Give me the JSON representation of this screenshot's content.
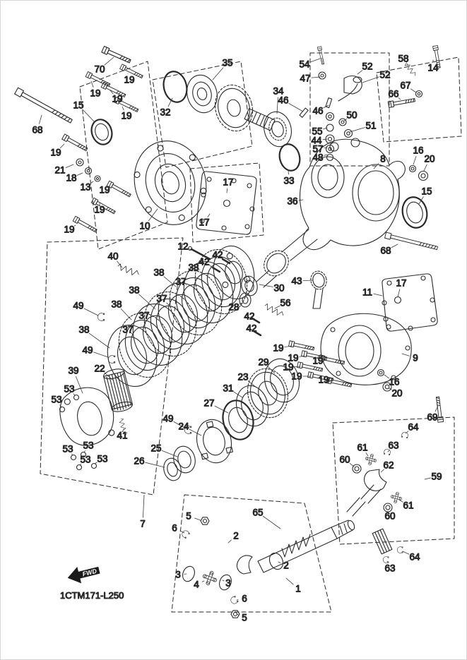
{
  "diagram": {
    "code": "1CTM171-L250",
    "fwd_label": "FWD",
    "colors": {
      "ink": "#1a1a1a",
      "background": "#ffffff"
    },
    "callouts": [
      [
        "70",
        140,
        97,
        160,
        80
      ],
      [
        "19",
        182,
        112,
        180,
        103
      ],
      [
        "15",
        110,
        148,
        133,
        172
      ],
      [
        "19",
        134,
        131,
        128,
        114
      ],
      [
        "19",
        165,
        139,
        155,
        127
      ],
      [
        "19",
        178,
        163,
        172,
        150
      ],
      [
        "68",
        52,
        183,
        58,
        162
      ],
      [
        "19",
        78,
        215,
        90,
        203
      ],
      [
        "21",
        84,
        240,
        103,
        232
      ],
      [
        "18",
        100,
        251,
        116,
        244
      ],
      [
        "13",
        120,
        264,
        131,
        256
      ],
      [
        "19",
        147,
        268,
        154,
        264
      ],
      [
        "19",
        140,
        296,
        140,
        290
      ],
      [
        "19",
        97,
        324,
        106,
        318
      ],
      [
        "32",
        233,
        158,
        243,
        138
      ],
      [
        "35",
        321,
        88,
        300,
        112
      ],
      [
        "10",
        204,
        319,
        222,
        295
      ],
      [
        "17",
        322,
        257,
        320,
        272
      ],
      [
        "17",
        288,
        314,
        296,
        302
      ],
      [
        "34",
        393,
        128,
        391,
        160
      ],
      [
        "46",
        400,
        141,
        428,
        157
      ],
      [
        "54",
        430,
        90,
        452,
        82
      ],
      [
        "47",
        431,
        110,
        452,
        108
      ],
      [
        "52",
        519,
        93,
        505,
        104
      ],
      [
        "52",
        544,
        105,
        512,
        116
      ],
      [
        "58",
        570,
        82,
        577,
        92
      ],
      [
        "14",
        612,
        95,
        612,
        84
      ],
      [
        "67",
        573,
        120,
        588,
        130
      ],
      [
        "66",
        556,
        132,
        566,
        140
      ],
      [
        "46",
        449,
        156,
        464,
        148
      ],
      [
        "50",
        497,
        162,
        486,
        170
      ],
      [
        "51",
        524,
        177,
        494,
        186
      ],
      [
        "55",
        448,
        185,
        462,
        180
      ],
      [
        "44",
        447,
        198,
        462,
        196
      ],
      [
        "57",
        449,
        210,
        462,
        208
      ],
      [
        "48",
        449,
        222,
        462,
        218
      ],
      [
        "33",
        408,
        255,
        407,
        240
      ],
      [
        "36",
        413,
        284,
        428,
        282
      ],
      [
        "8",
        541,
        224,
        528,
        238
      ],
      [
        "16",
        591,
        212,
        584,
        232
      ],
      [
        "20",
        607,
        224,
        599,
        241
      ],
      [
        "15",
        603,
        270,
        592,
        288
      ],
      [
        "12",
        258,
        348,
        272,
        354
      ],
      [
        "42",
        307,
        360,
        317,
        368
      ],
      [
        "42",
        288,
        370,
        302,
        379
      ],
      [
        "38",
        273,
        378,
        281,
        381
      ],
      [
        "40",
        159,
        362,
        172,
        378
      ],
      [
        "38",
        224,
        385,
        248,
        405
      ],
      [
        "37",
        255,
        398,
        262,
        402
      ],
      [
        "38",
        189,
        410,
        219,
        437
      ],
      [
        "37",
        228,
        422,
        238,
        431
      ],
      [
        "49",
        110,
        432,
        138,
        446
      ],
      [
        "38",
        164,
        430,
        185,
        452
      ],
      [
        "37",
        203,
        446,
        205,
        458
      ],
      [
        "38",
        118,
        466,
        154,
        492
      ],
      [
        "37",
        180,
        466,
        184,
        470
      ],
      [
        "49",
        123,
        495,
        152,
        505
      ],
      [
        "30",
        394,
        407,
        366,
        402
      ],
      [
        "43",
        419,
        397,
        442,
        396
      ],
      [
        "28",
        330,
        434,
        342,
        428
      ],
      [
        "56",
        403,
        428,
        388,
        436
      ],
      [
        "42",
        352,
        447,
        358,
        452
      ],
      [
        "42",
        355,
        464,
        360,
        470
      ],
      [
        "11",
        519,
        413,
        540,
        418
      ],
      [
        "17",
        567,
        400,
        562,
        420
      ],
      [
        "68",
        545,
        354,
        562,
        345
      ],
      [
        "29",
        372,
        512,
        388,
        528
      ],
      [
        "19",
        393,
        492,
        412,
        489
      ],
      [
        "19",
        414,
        506,
        430,
        503
      ],
      [
        "19",
        407,
        519,
        424,
        518
      ],
      [
        "19",
        449,
        510,
        455,
        508
      ],
      [
        "19",
        419,
        532,
        439,
        532
      ],
      [
        "19",
        457,
        537,
        465,
        539
      ],
      [
        "23",
        343,
        533,
        362,
        548
      ],
      [
        "31",
        322,
        549,
        342,
        562
      ],
      [
        "27",
        295,
        570,
        322,
        584
      ],
      [
        "22",
        140,
        521,
        158,
        537
      ],
      [
        "39",
        103,
        524,
        116,
        556
      ],
      [
        "53",
        97,
        550,
        105,
        559
      ],
      [
        "53",
        79,
        565,
        86,
        576
      ],
      [
        "49",
        237,
        592,
        262,
        606
      ],
      [
        "24",
        259,
        603,
        284,
        616
      ],
      [
        "41",
        172,
        616,
        174,
        606
      ],
      [
        "53",
        95,
        635,
        102,
        644
      ],
      [
        "53",
        124,
        630,
        118,
        640
      ],
      [
        "53",
        120,
        650,
        112,
        658
      ],
      [
        "53",
        144,
        649,
        133,
        656
      ],
      [
        "25",
        220,
        634,
        250,
        646
      ],
      [
        "26",
        196,
        652,
        232,
        661
      ],
      [
        "9",
        587,
        506,
        568,
        500
      ],
      [
        "16",
        557,
        540,
        543,
        530
      ],
      [
        "20",
        561,
        556,
        550,
        549
      ],
      [
        "69",
        611,
        590,
        619,
        574
      ],
      [
        "64",
        584,
        604,
        573,
        613
      ],
      [
        "63",
        556,
        630,
        548,
        639
      ],
      [
        "61",
        512,
        633,
        520,
        645
      ],
      [
        "60",
        487,
        650,
        500,
        660
      ],
      [
        "62",
        549,
        658,
        538,
        668
      ],
      [
        "59",
        617,
        674,
        600,
        678
      ],
      [
        "61",
        577,
        715,
        564,
        707
      ],
      [
        "60",
        551,
        730,
        549,
        721
      ],
      [
        "65",
        364,
        725,
        396,
        748
      ],
      [
        "5",
        266,
        730,
        283,
        736
      ],
      [
        "6",
        246,
        747,
        260,
        754
      ],
      [
        "2",
        333,
        758,
        322,
        768
      ],
      [
        "7",
        201,
        741,
        203,
        700
      ],
      [
        "3",
        251,
        813,
        263,
        812
      ],
      [
        "4",
        277,
        827,
        288,
        822
      ],
      [
        "3",
        322,
        825,
        316,
        822
      ],
      [
        "2",
        404,
        800,
        393,
        795
      ],
      [
        "1",
        421,
        833,
        404,
        818
      ],
      [
        "6",
        345,
        847,
        334,
        849
      ],
      [
        "5",
        345,
        874,
        334,
        869
      ],
      [
        "63",
        551,
        804,
        547,
        794
      ],
      [
        "64",
        586,
        788,
        569,
        780
      ]
    ]
  }
}
